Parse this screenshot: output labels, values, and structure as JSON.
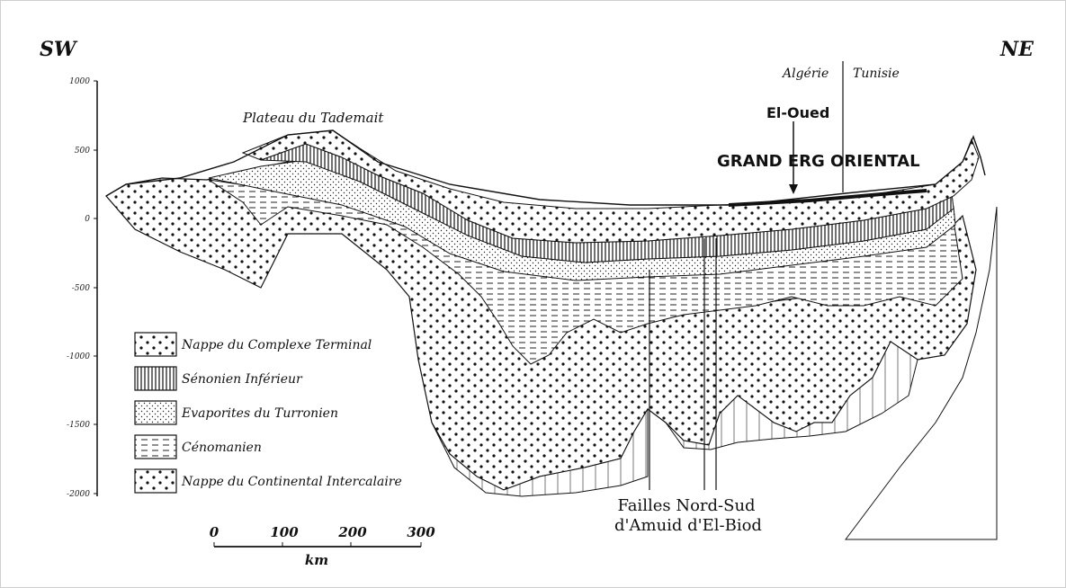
{
  "orientation": {
    "left": "SW",
    "right": "NE"
  },
  "y_axis_ticks": [
    "1000",
    "500",
    "0",
    "-500",
    "-1000",
    "-1500",
    "-2000"
  ],
  "place_labels": {
    "plateau": "Plateau du Tademait",
    "algerie": "Algérie",
    "tunisie": "Tunisie",
    "el_oued": "El-Oued",
    "grand_erg": "GRAND ERG ORIENTAL"
  },
  "faults_label": {
    "line1": "Failles Nord-Sud",
    "line2": "d'Amuid d'El-Biod"
  },
  "legend": [
    {
      "label": "Nappe du Complexe Terminal",
      "pattern": "dots-sparse"
    },
    {
      "label": "Sénonien Inférieur",
      "pattern": "vertical-lines"
    },
    {
      "label": "Evaporites du Turronien",
      "pattern": "dots-fine"
    },
    {
      "label": "Cénomanien",
      "pattern": "dashes"
    },
    {
      "label": "Nappe du Continental Intercalaire",
      "pattern": "dots-dense"
    }
  ],
  "scale_bar": {
    "ticks": [
      "0",
      "100",
      "200",
      "300"
    ],
    "unit": "km"
  },
  "colors": {
    "ink": "#111111",
    "frame": "#cfcfcf"
  }
}
